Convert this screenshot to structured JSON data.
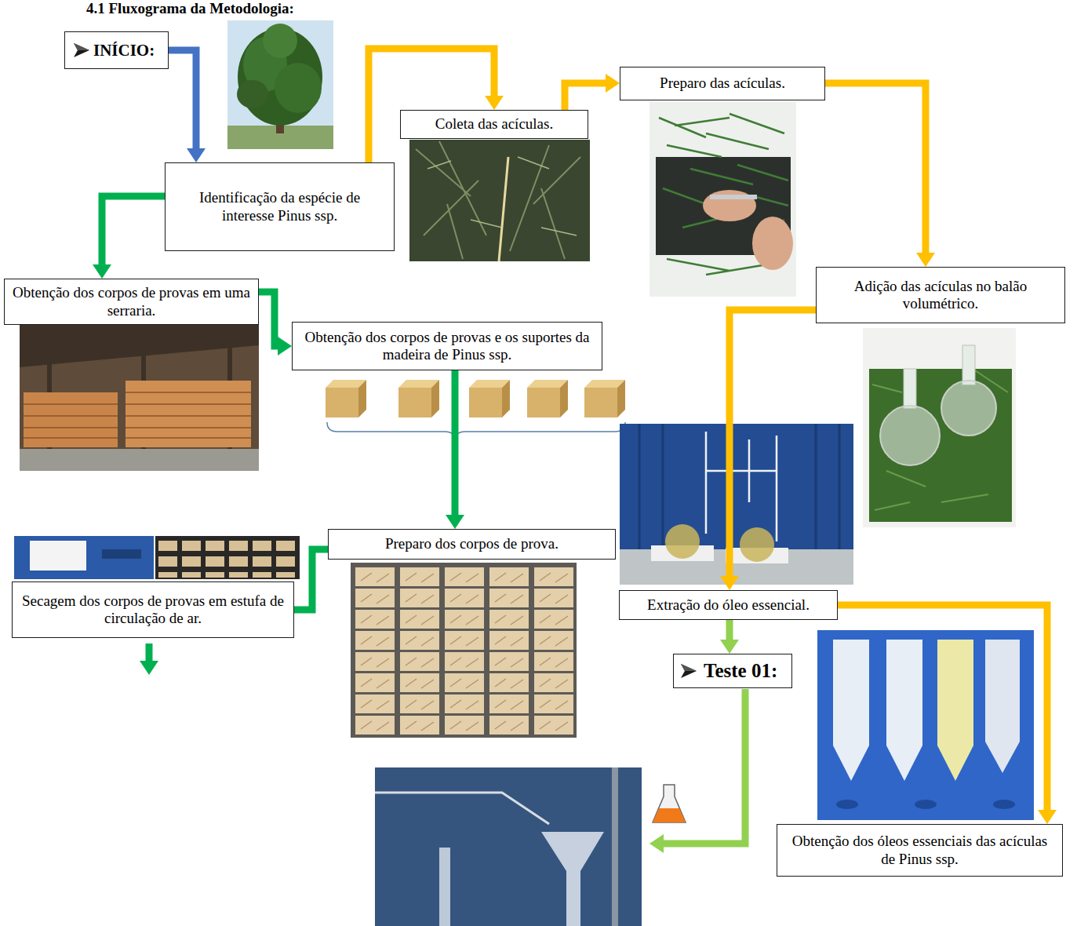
{
  "diagram": {
    "title": "4.1 Fluxograma da Metodologia:",
    "nodes": [
      {
        "text": [
          "INÍCIO:"
        ]
      },
      {
        "text": [
          "Identificação da espécie de interesse Pinus ssp."
        ]
      },
      {
        "text": [
          "Coleta das acículas."
        ]
      },
      {
        "text": [
          "Preparo das acículas."
        ]
      },
      {
        "text": [
          "Adição das acículas no balão volumétrico."
        ]
      },
      {
        "text": [
          "Obtenção dos corpos de provas em uma serraria."
        ]
      },
      {
        "text": [
          "Obtenção dos corpos de provas e os suportes da madeira de Pinus ssp."
        ]
      },
      {
        "text": [
          "Preparo dos corpos de prova."
        ]
      },
      {
        "text": [
          "Extração do óleo essencial."
        ]
      },
      {
        "text": [
          "Secagem dos corpos de provas em estufa de circulação de ar."
        ]
      },
      {
        "text": [
          "Teste 01:"
        ]
      },
      {
        "text": [
          "Obtenção dos óleos essenciais das acículas de Pinus ssp."
        ]
      }
    ],
    "edges": [
      {
        "from": 0,
        "to": 1,
        "arrow": "to"
      },
      {
        "from": 1,
        "to": 2,
        "arrow": "to"
      },
      {
        "from": 2,
        "to": 3,
        "arrow": "to"
      },
      {
        "from": 3,
        "to": 4,
        "arrow": "to"
      },
      {
        "from": 4,
        "to": 8,
        "arrow": "to"
      },
      {
        "from": 8,
        "to": 11,
        "arrow": "to"
      },
      {
        "from": 8,
        "to": 10,
        "arrow": "to"
      },
      {
        "from": 1,
        "to": 5,
        "arrow": "to"
      },
      {
        "from": 5,
        "to": 6,
        "arrow": "to"
      },
      {
        "from": 6,
        "to": 7,
        "arrow": "to"
      },
      {
        "from": 7,
        "to": 9,
        "arrow": "to"
      }
    ]
  }
}
